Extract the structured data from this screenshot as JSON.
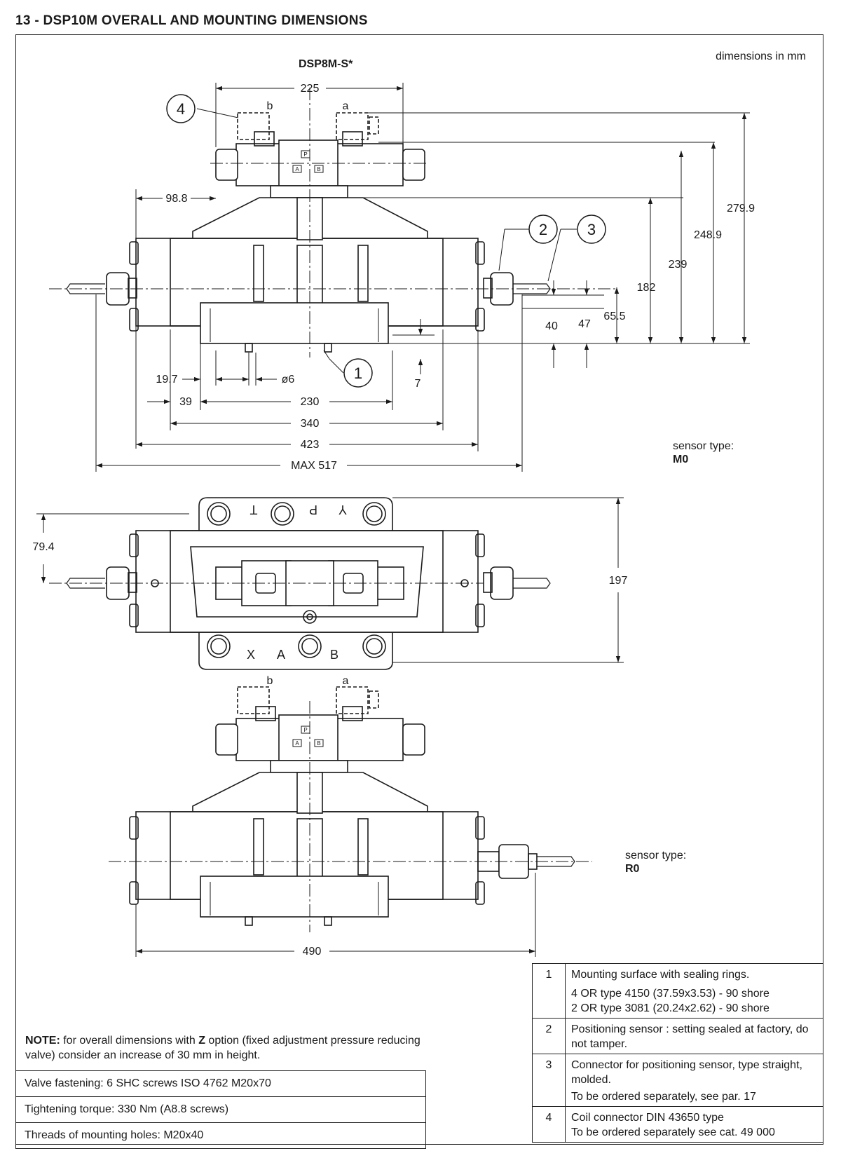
{
  "page": {
    "title": "13 - DSP10M OVERALL AND MOUNTING DIMENSIONS",
    "units_note": "dimensions in mm",
    "drawing_title": "DSP8M-S*"
  },
  "dimensions": {
    "d225": "225",
    "d98_8": "98.8",
    "d279_9": "279.9",
    "d248_9": "248.9",
    "d239": "239",
    "d182": "182",
    "d65_5": "65.5",
    "d47": "47",
    "d40": "40",
    "d7": "7",
    "d19_7": "19.7",
    "d6": "ø6",
    "d39": "39",
    "d230": "230",
    "d340": "340",
    "d423": "423",
    "dmax517": "MAX 517",
    "d79_4": "79.4",
    "d197": "197",
    "d490": "490"
  },
  "callouts": [
    "4",
    "2",
    "3",
    "1"
  ],
  "solenoid_labels": {
    "b": "b",
    "a": "a"
  },
  "port_labels": {
    "p": "P",
    "a": "A",
    "b": "B",
    "t": "T",
    "y": "Y",
    "x": "X"
  },
  "sensor_types": [
    {
      "label": "sensor type:",
      "type": "M0"
    },
    {
      "label": "sensor type:",
      "type": "R0"
    }
  ],
  "note": {
    "prefix": "NOTE:",
    "text1": " for overall dimensions with ",
    "z": "Z",
    "text2": " option (fixed adjustment pressure reducing valve) consider an increase of 30 mm in height."
  },
  "spec_rows": [
    "Valve fastening: 6 SHC screws ISO 4762 M20x70",
    "Tightening torque: 330 Nm (A8.8 screws)",
    "Threads of mounting holes: M20x40"
  ],
  "legend": [
    {
      "num": "1",
      "lines": [
        "Mounting surface with sealing rings.",
        "4 OR type 4150 (37.59x3.53) - 90 shore",
        "2 OR type 3081 (20.24x2.62) - 90 shore"
      ]
    },
    {
      "num": "2",
      "lines": [
        "Positioning sensor : setting sealed at factory, do not tamper."
      ]
    },
    {
      "num": "3",
      "lines": [
        "Connector for positioning sensor, type straight, molded.",
        "To be ordered separately, see par. 17"
      ]
    },
    {
      "num": "4",
      "lines": [
        "Coil connector  DIN 43650 type",
        "To be ordered separately see cat. 49 000"
      ]
    }
  ]
}
